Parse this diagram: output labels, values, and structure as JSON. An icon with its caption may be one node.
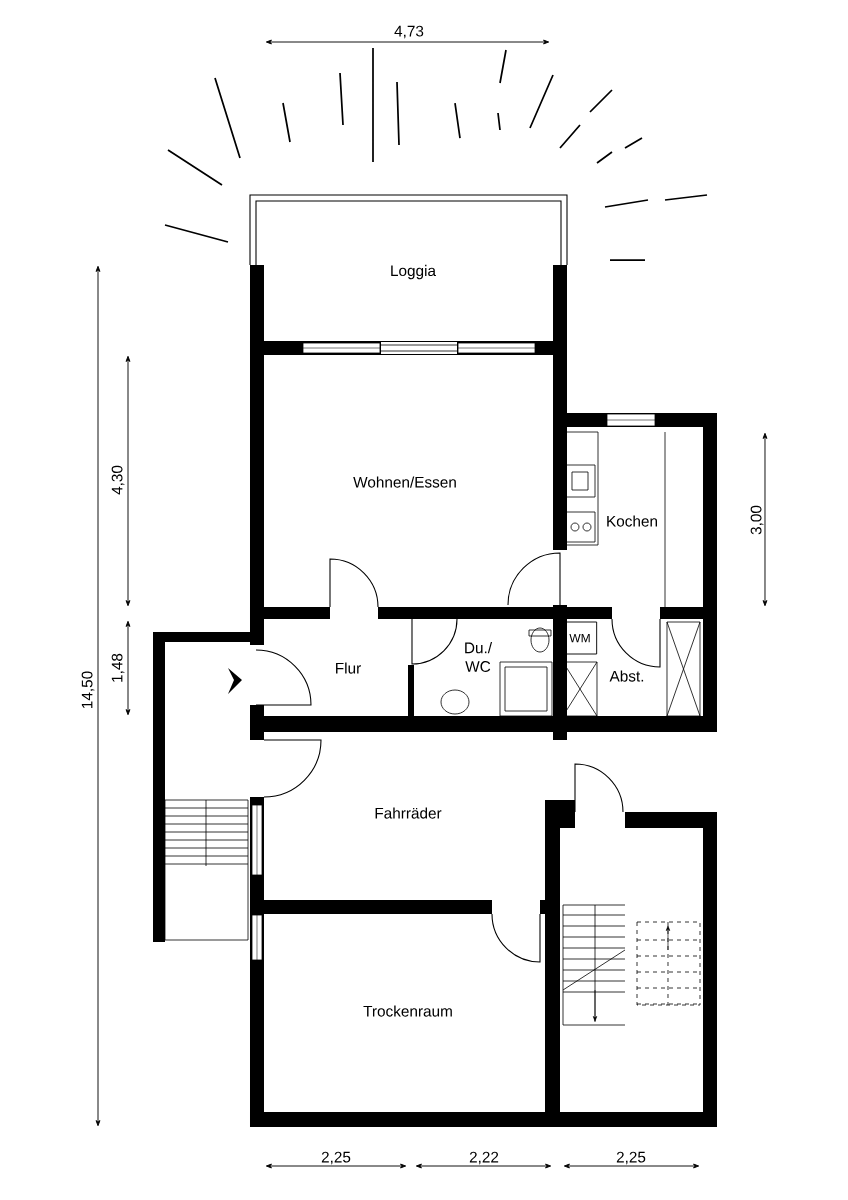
{
  "diagram": {
    "nodes": [
      {
        "text": [
          "WM"
        ]
      }
    ],
    "labels": [
      "4,73",
      "Loggia",
      "4,30",
      "Wohnen/Essen",
      "Kochen",
      "3,00",
      "1,48",
      "Flur",
      "Du./ WC",
      "Abst.",
      "14,50",
      "Fahrräder",
      "Trockenraum",
      "2,25",
      "2,22",
      "2,25"
    ]
  }
}
